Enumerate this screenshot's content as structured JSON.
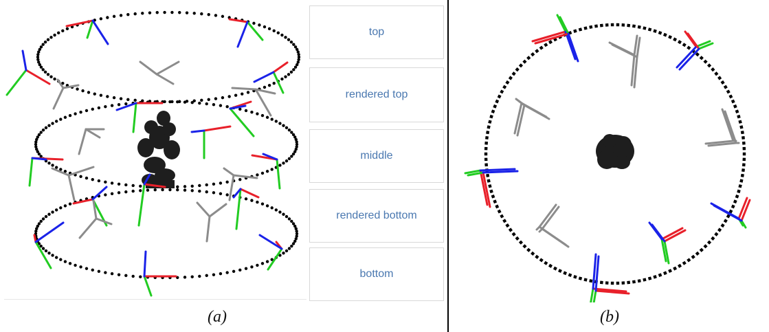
{
  "panel_a": {
    "caption": "(a)",
    "legend": [
      {
        "label": "top"
      },
      {
        "label": "rendered top"
      },
      {
        "label": "middle"
      },
      {
        "label": "rendered bottom"
      },
      {
        "label": "bottom"
      }
    ]
  },
  "panel_b": {
    "caption": "(b)"
  },
  "colors": {
    "x_axis": "#e8202a",
    "y_axis": "#22cc22",
    "z_axis": "#1a22e8",
    "rendered": "#8c8c8c",
    "object": "#1e1e1e",
    "ring": "#000000"
  }
}
